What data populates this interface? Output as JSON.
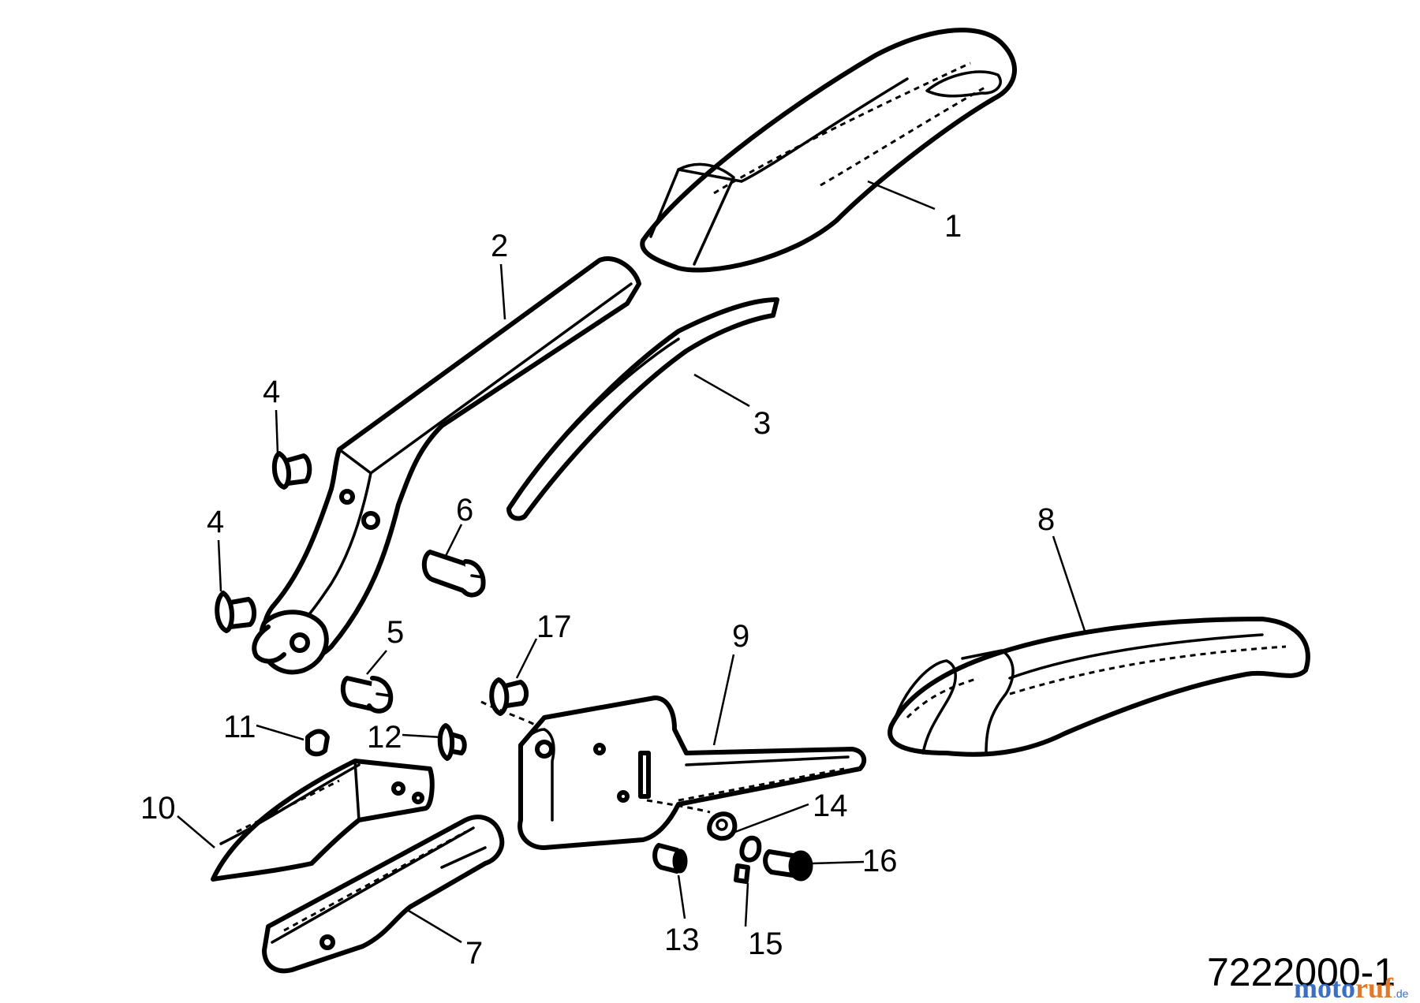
{
  "diagram_number": "7222000-1",
  "watermark": {
    "part1": "moto",
    "part2": "ruf",
    "suffix": ".de"
  },
  "parts": [
    {
      "id": "1",
      "label": "1"
    },
    {
      "id": "2",
      "label": "2"
    },
    {
      "id": "3",
      "label": "3"
    },
    {
      "id": "4a",
      "label": "4"
    },
    {
      "id": "4b",
      "label": "4"
    },
    {
      "id": "5",
      "label": "5"
    },
    {
      "id": "6",
      "label": "6"
    },
    {
      "id": "7",
      "label": "7"
    },
    {
      "id": "8",
      "label": "8"
    },
    {
      "id": "9",
      "label": "9"
    },
    {
      "id": "10",
      "label": "10"
    },
    {
      "id": "11",
      "label": "11"
    },
    {
      "id": "12",
      "label": "12"
    },
    {
      "id": "13",
      "label": "13"
    },
    {
      "id": "14",
      "label": "14"
    },
    {
      "id": "15",
      "label": "15"
    },
    {
      "id": "16",
      "label": "16"
    },
    {
      "id": "17",
      "label": "17"
    }
  ]
}
